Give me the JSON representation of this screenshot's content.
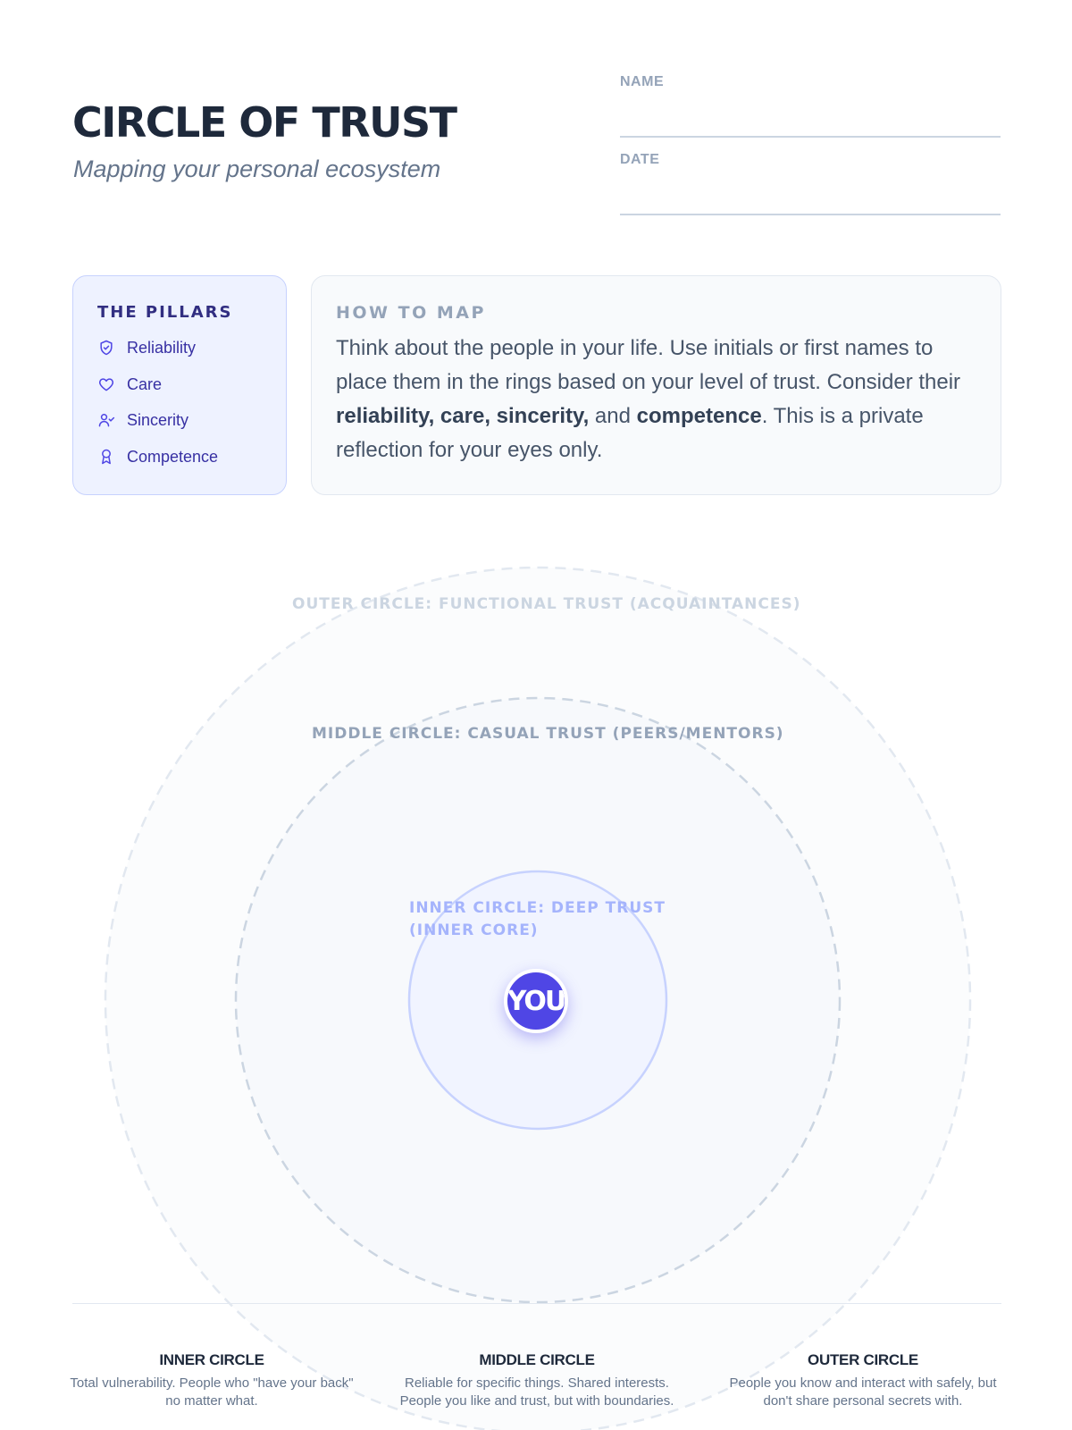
{
  "header": {
    "title": "CIRCLE OF TRUST",
    "subtitle": "Mapping your personal ecosystem",
    "name_label": "NAME",
    "date_label": "DATE"
  },
  "pillars": {
    "title": "THE PILLARS",
    "items": [
      {
        "label": "Reliability",
        "icon": "shield-check-icon"
      },
      {
        "label": "Care",
        "icon": "heart-icon"
      },
      {
        "label": "Sincerity",
        "icon": "user-check-icon"
      },
      {
        "label": "Competence",
        "icon": "award-icon"
      }
    ]
  },
  "howto": {
    "title": "HOW TO MAP",
    "text_1": "Think about the people in your life. Use initials or first names to place them in the rings based on your level of trust. Consider their ",
    "bold_1": "reliability, care, sincerity,",
    "text_2": " and ",
    "bold_2": "competence",
    "text_3": ". This is a private reflection for your eyes only."
  },
  "diagram": {
    "outer_label": "OUTER CIRCLE: FUNCTIONAL TRUST (ACQUAINTANCES)",
    "middle_label": "MIDDLE CIRCLE: CASUAL TRUST (PEERS/MENTORS)",
    "inner_label": "INNER CIRCLE: DEEP TRUST (INNER CORE)",
    "center_label": "YOU"
  },
  "legend": [
    {
      "title": "INNER CIRCLE",
      "text": "Total vulnerability. People who \"have your back\" no matter what."
    },
    {
      "title": "MIDDLE CIRCLE",
      "text": "Reliable for specific things. Shared interests. People you like and trust, but with boundaries."
    },
    {
      "title": "OUTER CIRCLE",
      "text": "People you know and interact with safely, but don't share personal secrets with."
    }
  ],
  "colors": {
    "accent": "#4f46e5",
    "title": "#1e293b",
    "pillars_bg": "#eef2ff",
    "ring_outer": "#e2e8f0",
    "ring_middle": "#cbd5e1",
    "ring_inner": "#c7d2fe"
  }
}
